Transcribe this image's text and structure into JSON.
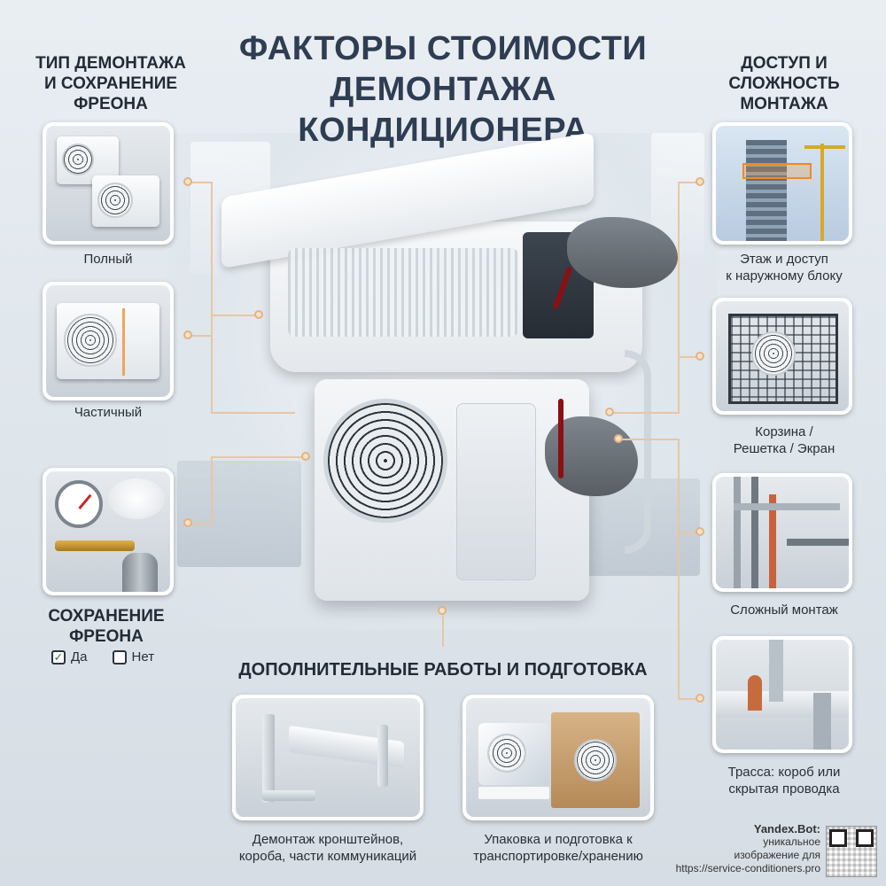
{
  "title": {
    "line1": "ФАКТОРЫ СТОИМОСТИ",
    "line2": "ДЕМОНТАЖА",
    "line3": "КОНДИЦИОНЕРА"
  },
  "left_section": {
    "head_line1": "ТИП ДЕМОНТАЖА",
    "head_line2": "И СОХРАНЕНИЕ",
    "head_line3": "ФРЕОНА",
    "cards": [
      {
        "caption": "Полный"
      },
      {
        "caption": "Частичный"
      }
    ],
    "freon_head_line1": "СОХРАНЕНИЕ",
    "freon_head_line2": "ФРЕОНА",
    "options": [
      {
        "label": "Да",
        "checked": true
      },
      {
        "label": "Нет",
        "checked": false
      }
    ]
  },
  "right_section": {
    "head_line1": "ДОСТУП И",
    "head_line2": "СЛОЖНОСТЬ",
    "head_line3": "МОНТАЖА",
    "cards": [
      {
        "caption_line1": "Этаж и доступ",
        "caption_line2": "к наружному блоку"
      },
      {
        "caption_line1": "Корзина /",
        "caption_line2": "Решетка / Экран"
      },
      {
        "caption_line1": "Сложный монтаж",
        "caption_line2": ""
      },
      {
        "caption_line1": "Трасса: короб или",
        "caption_line2": "скрытая проводка"
      }
    ]
  },
  "bottom_section": {
    "head": "ДОПОЛНИТЕЛЬНЫЕ РАБОТЫ И ПОДГОТОВКА",
    "cards": [
      {
        "caption_line1": "Демонтаж кронштейнов,",
        "caption_line2": "короба, части коммуникаций"
      },
      {
        "caption_line1": "Упаковка и подготовка к",
        "caption_line2": "транспортировке/хранению"
      }
    ]
  },
  "footer": {
    "bot": "Yandex.Bot:",
    "line1": "уникальное",
    "line2": "изображение для",
    "url": "https://service-conditioners.pro"
  },
  "colors": {
    "title": "#2f3d52",
    "connector": "#e6c7a5",
    "check": "#2e7d32"
  }
}
